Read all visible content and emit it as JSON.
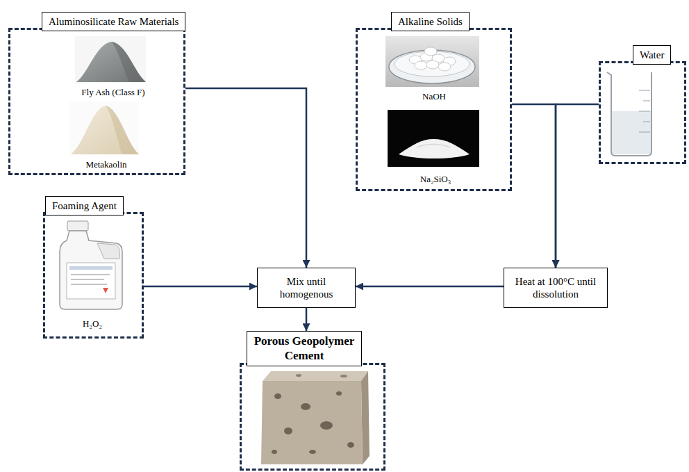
{
  "diagram": {
    "nodes": [
      {
        "text": [
          "Aluminosilicate Raw Materials",
          "Fly Ash (Class F)",
          "Metakaolin"
        ]
      },
      {
        "text": [
          "Alkaline Solids",
          "NaOH",
          "Na₂SiO₃"
        ]
      },
      {
        "text": [
          "Water"
        ]
      },
      {
        "text": [
          "Foaming Agent",
          "H₂O₂"
        ]
      },
      {
        "text": [
          "Mix until homogenous"
        ]
      },
      {
        "text": [
          "Heat at 100°C until dissolution"
        ]
      },
      {
        "text": [
          "Porous Geopolymer Cement"
        ]
      }
    ],
    "edges": [
      {
        "from": 0,
        "to": 4,
        "arrow": "to"
      },
      {
        "from": 1,
        "to": 5,
        "arrow": "to"
      },
      {
        "from": 2,
        "to": 5,
        "arrow": "to"
      },
      {
        "from": 3,
        "to": 4,
        "arrow": "to"
      },
      {
        "from": 5,
        "to": 4,
        "arrow": "to"
      },
      {
        "from": 4,
        "to": 6,
        "arrow": "to"
      }
    ]
  }
}
